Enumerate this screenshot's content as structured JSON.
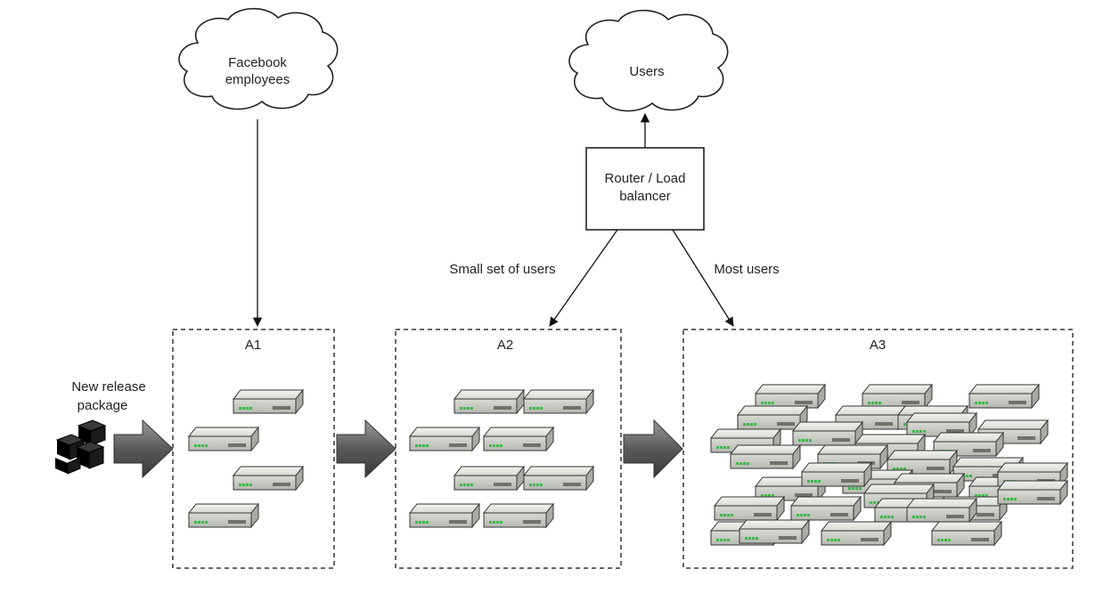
{
  "nodes": {
    "employees_cloud": {
      "line1": "Facebook",
      "line2": "employees"
    },
    "users_cloud": {
      "label": "Users"
    },
    "router": {
      "line1": "Router / Load",
      "line2": "balancer"
    },
    "release": {
      "line1": "New release",
      "line2": "package"
    }
  },
  "edges": {
    "small_set": "Small set of users",
    "most_users": "Most users"
  },
  "clusters": [
    {
      "id": "A1",
      "label": "A1",
      "server_count": 4
    },
    {
      "id": "A2",
      "label": "A2",
      "server_count": 8
    },
    {
      "id": "A3",
      "label": "A3",
      "server_count": 33
    }
  ],
  "colors": {
    "stroke": "#222222",
    "server_top": "#e6e8e3",
    "server_front": "#c9ccc5",
    "server_led": "#3fb84a",
    "arrow_fill": "#6b6b6b",
    "cluster_border": "#333333"
  }
}
